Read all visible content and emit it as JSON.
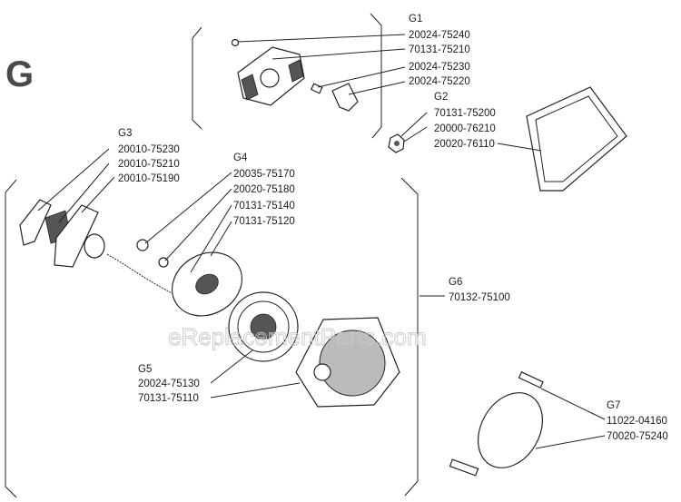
{
  "section_letter": "G",
  "watermark": "eReplacementParts.com",
  "groups": [
    {
      "id": "G1",
      "codes": [
        "20024-75240",
        "70131-75210",
        "20024-75230",
        "20024-75220"
      ]
    },
    {
      "id": "G2",
      "codes": [
        "70131-75200",
        "20000-76210",
        "20020-76110"
      ]
    },
    {
      "id": "G3",
      "codes": [
        "20010-75230",
        "20010-75210",
        "20010-75190"
      ]
    },
    {
      "id": "G4",
      "codes": [
        "20035-75170",
        "20020-75180",
        "70131-75140",
        "70131-75120"
      ]
    },
    {
      "id": "G5",
      "codes": [
        "20024-75130",
        "70131-75110"
      ]
    },
    {
      "id": "G6",
      "codes": [
        "70132-75100"
      ]
    },
    {
      "id": "G7",
      "codes": [
        "11022-04160",
        "70020-75240"
      ]
    }
  ]
}
